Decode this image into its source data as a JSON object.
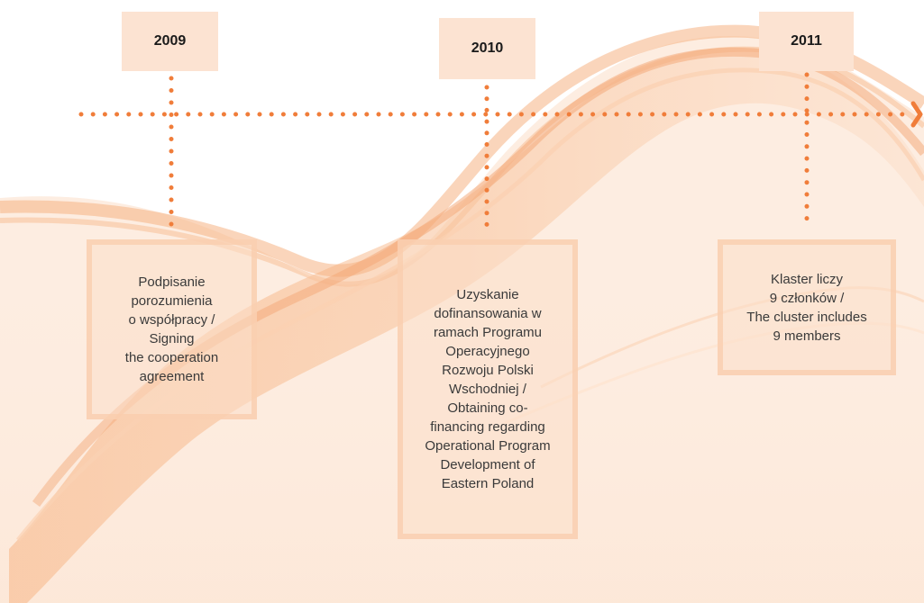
{
  "colors": {
    "accent": "#f07d3a",
    "year_box": "#fce3d2",
    "event_box": "#fcdfc8",
    "event_border": "#f9ccac"
  },
  "timeline": {
    "arrow_icon": "chevron-right-icon",
    "events": [
      {
        "year": "2009",
        "text": "Podpisanie\nporozumienia\no współpracy /\nSigning\nthe cooperation\nagreement"
      },
      {
        "year": "2010",
        "text": "Uzyskanie\ndofinansowania w\nramach Programu\nOperacyjnego\nRozwoju Polski\nWschodniej /\nObtaining co-\nfinancing regarding\nOperational Program\nDevelopment of\nEastern Poland"
      },
      {
        "year": "2011",
        "text": "Klaster liczy\n9 członków /\nThe cluster includes\n9 members"
      }
    ]
  }
}
